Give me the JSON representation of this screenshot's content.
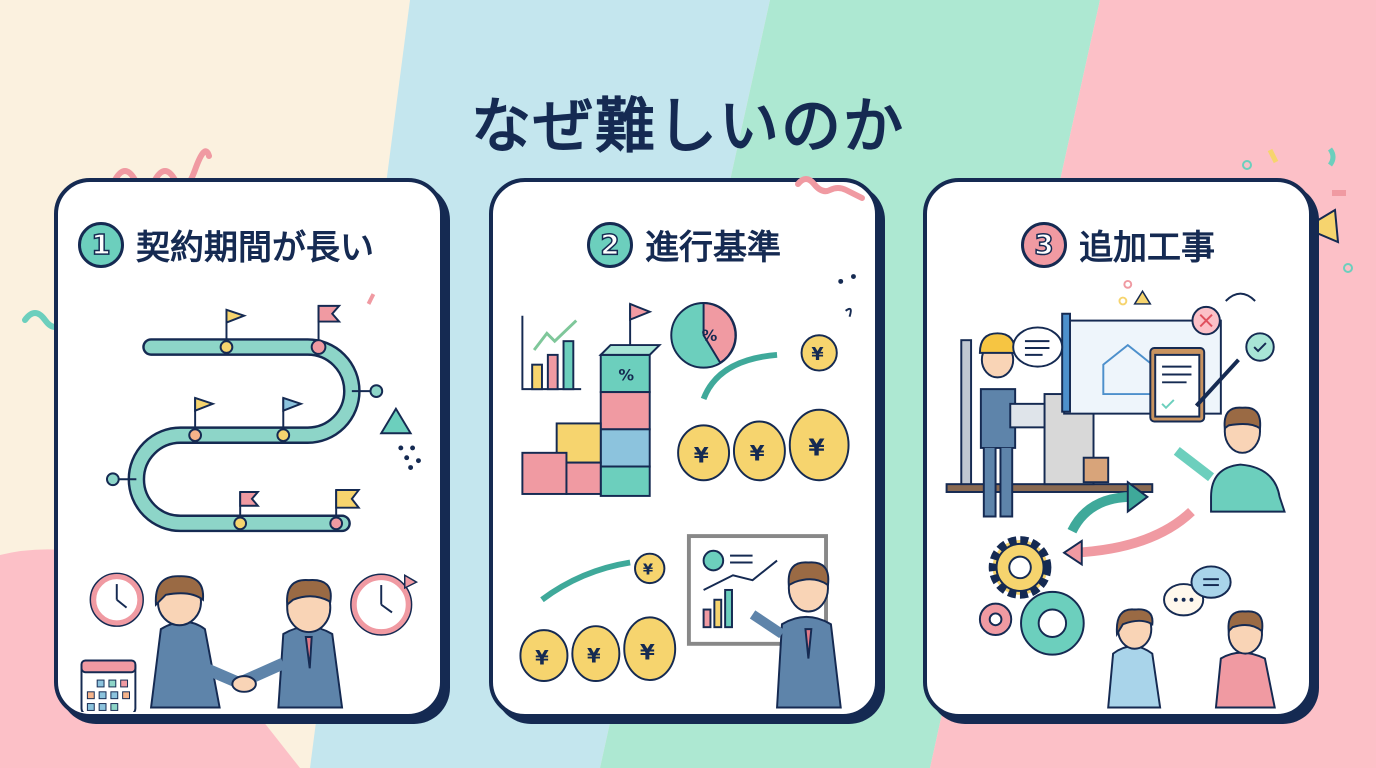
{
  "title": "なぜ難しいのか",
  "colors": {
    "navy": "#152a52",
    "teal": "#6ccfbd",
    "pink": "#f09aa2",
    "yellow": "#f6d46e",
    "blue": "#8cc3dd",
    "bg_cream": "#fbf1df",
    "bg_blue": "#c4e6ee",
    "bg_green": "#ade8d2",
    "bg_pink": "#fcc0c7"
  },
  "cards": [
    {
      "number": "1",
      "badge_color": "#6ccfbd",
      "label": "契約期間が長い",
      "illustration": [
        "winding-road-timeline",
        "milestone-flags",
        "wall-clocks",
        "calendar",
        "business-handshake"
      ]
    },
    {
      "number": "2",
      "badge_color": "#6ccfbd",
      "label": "進行基準",
      "illustration": [
        "bar-chart-uptrend",
        "stacked-percent-blocks",
        "percent-pie-bubble",
        "yen-coin",
        "yen-money-bags",
        "presenter-with-chart-board"
      ],
      "symbols": {
        "percent": "%",
        "yen": "¥"
      }
    },
    {
      "number": "3",
      "badge_color": "#f09aa2",
      "label": "追加工事",
      "illustration": [
        "construction-worker",
        "blueprint-board",
        "clipboard-signature",
        "reject-mark",
        "approve-mark",
        "client-man",
        "gears",
        "exchange-arrows",
        "two-people-talking"
      ]
    }
  ]
}
